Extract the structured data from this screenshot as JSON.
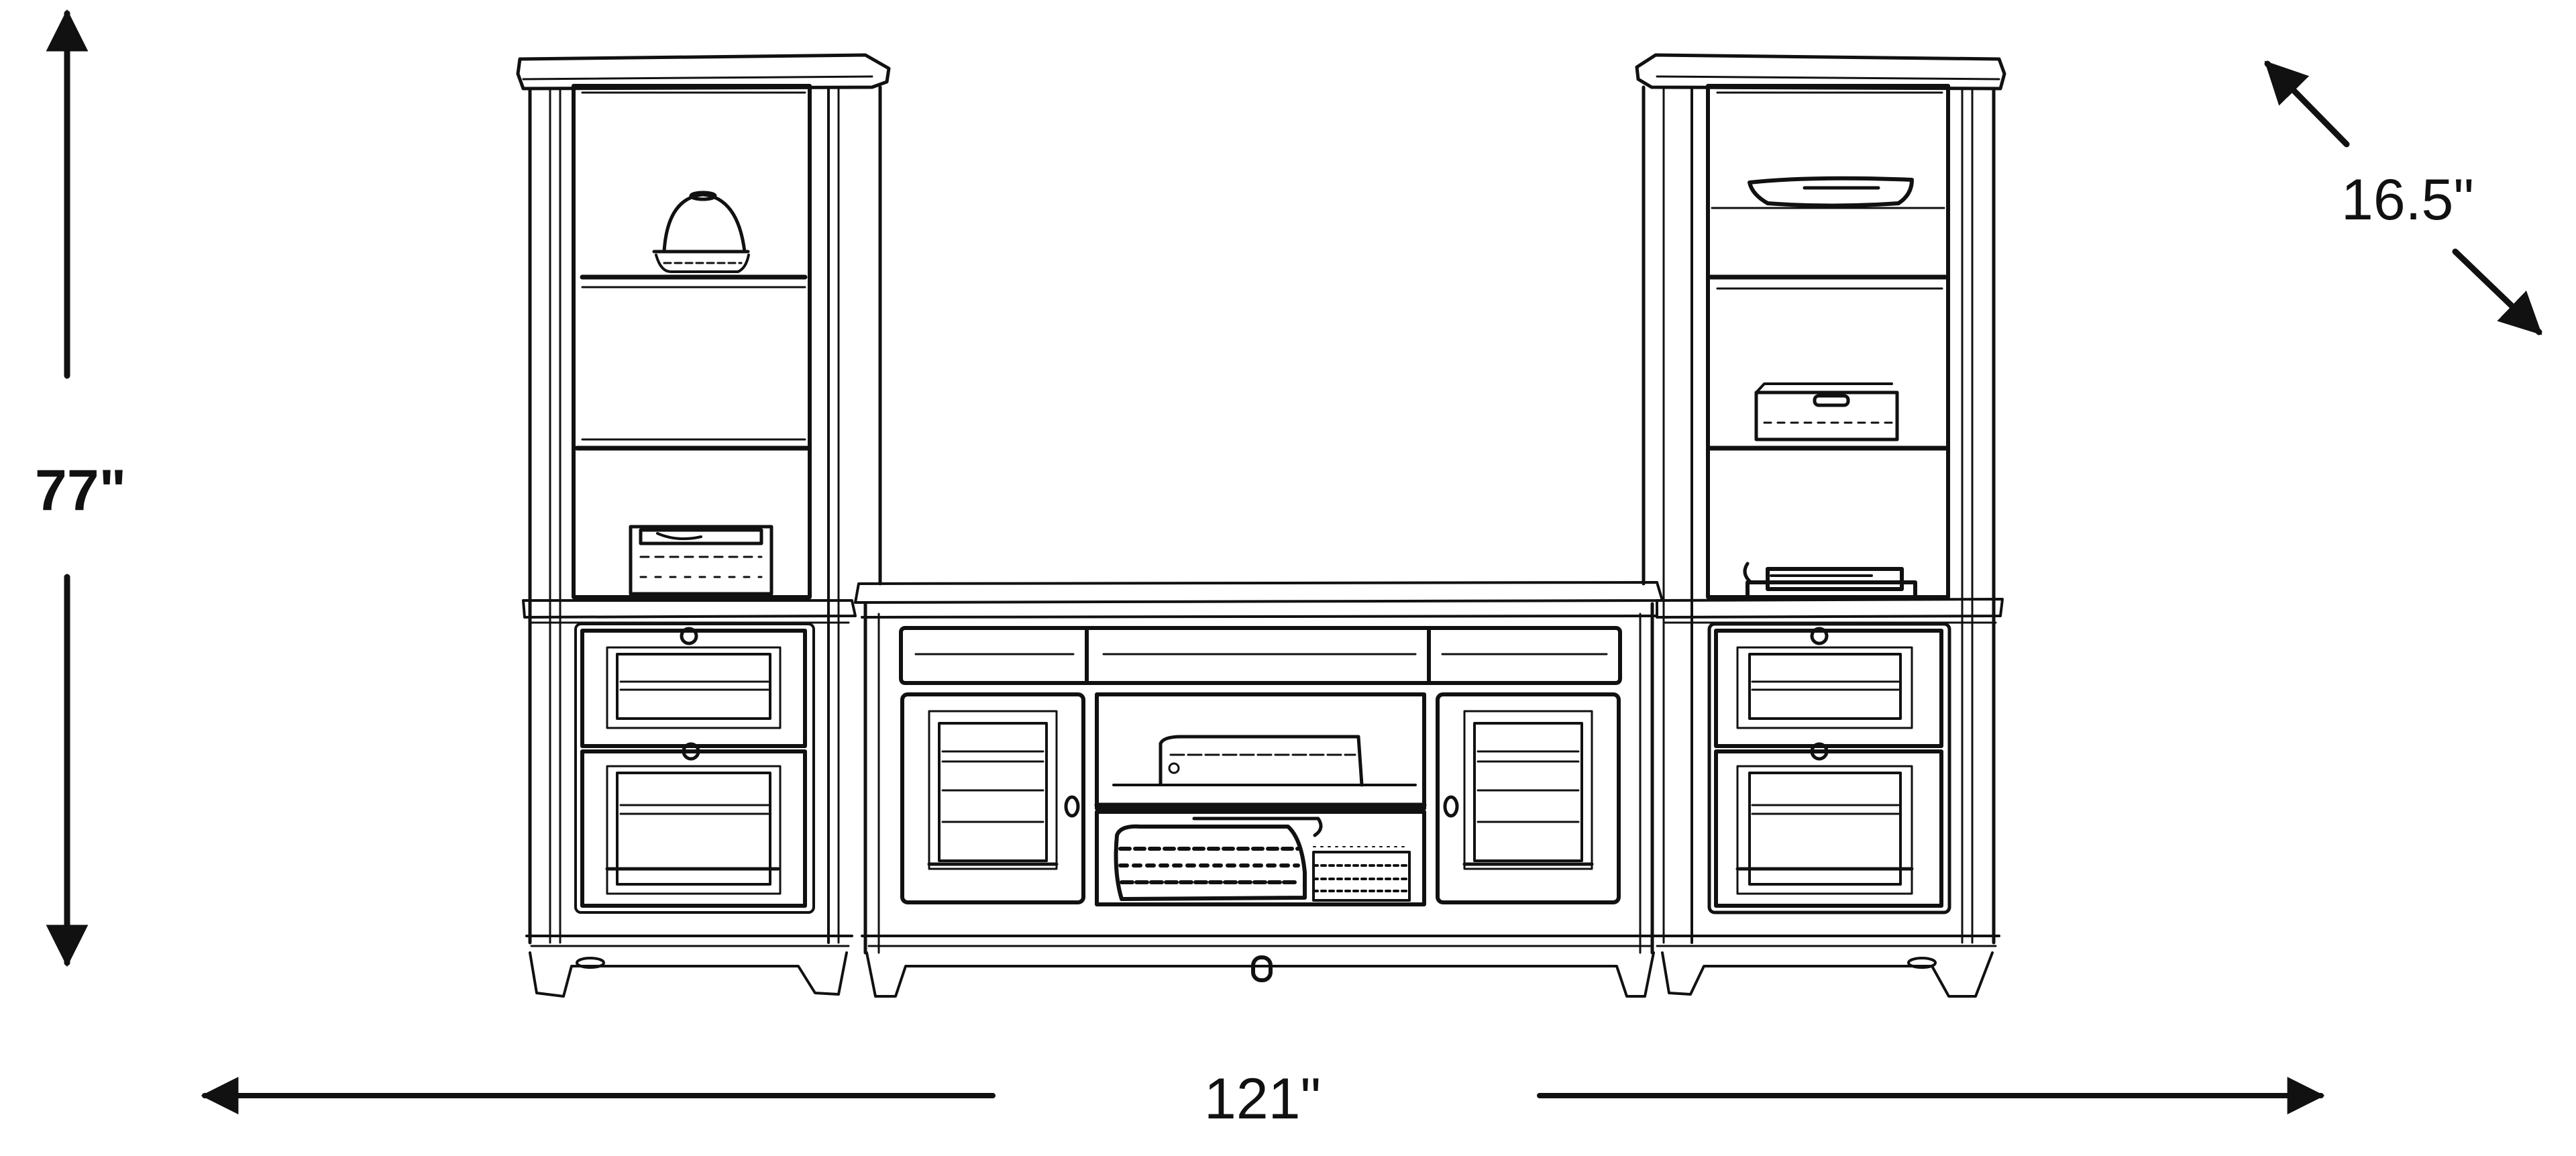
{
  "diagram": {
    "subject": "Entertainment wall unit line drawing",
    "components": [
      {
        "name": "left-pier-tower",
        "open_shelves": 3,
        "drawers": 2,
        "shelf_items": [
          "decorative-bowl-on-stand",
          "storage-box"
        ]
      },
      {
        "name": "tv-console",
        "top_drawers": 3,
        "doors": 2,
        "open_compartments": 2,
        "shelf_items": [
          "media-player",
          "folded-blanket",
          "woven-basket"
        ]
      },
      {
        "name": "right-pier-tower",
        "open_shelves": 3,
        "drawers": 2,
        "shelf_items": [
          "decorative-tray",
          "storage-box",
          "stacked-books"
        ]
      }
    ],
    "line_color": "#111111",
    "background": "#ffffff"
  },
  "dimensions": {
    "height": {
      "label": "77\"",
      "value": 77,
      "unit": "in",
      "orientation": "vertical"
    },
    "width": {
      "label": "121\"",
      "value": 121,
      "unit": "in",
      "orientation": "horizontal"
    },
    "depth": {
      "label": "16.5\"",
      "value": 16.5,
      "unit": "in",
      "orientation": "diagonal"
    }
  }
}
